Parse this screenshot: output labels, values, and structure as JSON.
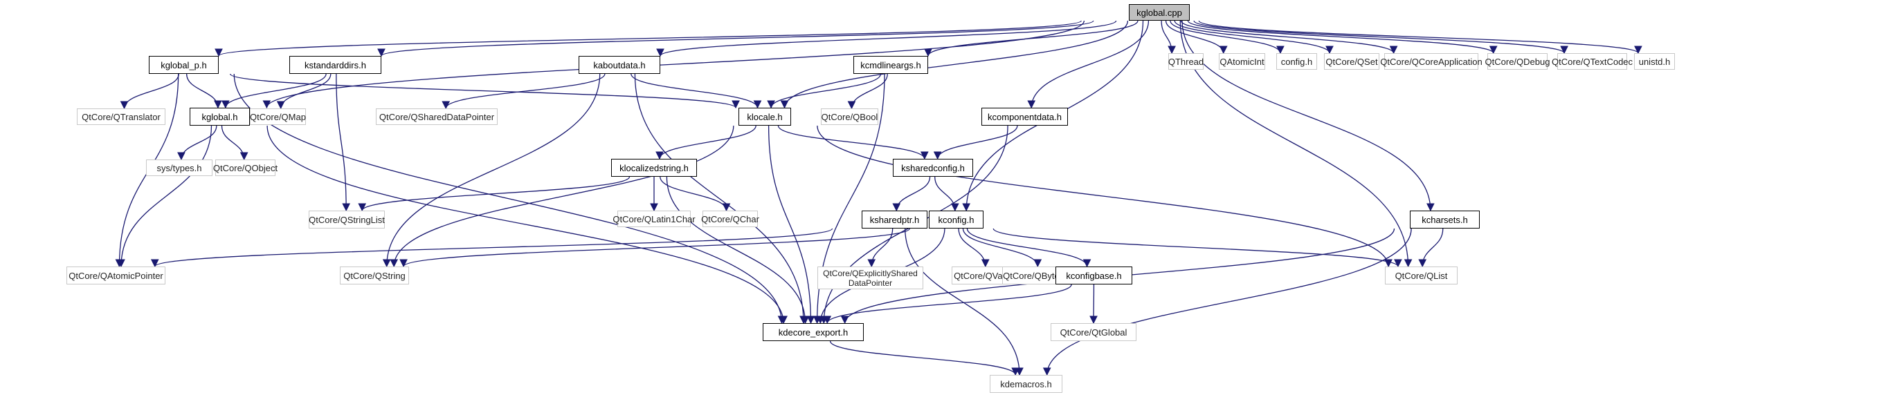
{
  "title": "kglobal.cpp include dependency graph",
  "colors": {
    "edge": "#191970",
    "local_border": "#000000",
    "external_border": "#c8c8c8",
    "root_fill": "#bfbfbf"
  },
  "nodes": {
    "kglobal_cpp": "kglobal.cpp",
    "kglobal_p_h": "kglobal_p.h",
    "kstandarddirs_h": "kstandarddirs.h",
    "kaboutdata_h": "kaboutdata.h",
    "kcmdlineargs_h": "kcmdlineargs.h",
    "qthread": "QThread",
    "qatomicint": "QAtomicInt",
    "config_h": "config.h",
    "qset": "QtCore/QSet",
    "qcoreapplication": "QtCore/QCoreApplication",
    "qdebug": "QtCore/QDebug",
    "qtextcodec": "QtCore/QTextCodec",
    "unistd_h": "unistd.h",
    "qtranslator": "QtCore/QTranslator",
    "kglobal_h": "kglobal.h",
    "qmap": "QtCore/QMap",
    "qshareddatapointer": "QtCore/QSharedDataPointer",
    "klocale_h": "klocale.h",
    "qbool": "QtCore/QBool",
    "kcomponentdata_h": "kcomponentdata.h",
    "sys_types_h": "sys/types.h",
    "qobject": "QtCore/QObject",
    "klocalizedstring_h": "klocalizedstring.h",
    "ksharedconfig_h": "ksharedconfig.h",
    "qstringlist": "QtCore/QStringList",
    "qlatin1char": "QtCore/QLatin1Char",
    "qchar": "QtCore/QChar",
    "ksharedptr_h": "ksharedptr.h",
    "kconfig_h": "kconfig.h",
    "kcharsets_h": "kcharsets.h",
    "qatomicpointer": "QtCore/QAtomicPointer",
    "qstring": "QtCore/QString",
    "qexplicitlyshareddatapointer": "QtCore/QExplicitlyShared DataPointer",
    "qvariant": "QtCore/QVariant",
    "qbytearray": "QtCore/QByteArray",
    "kconfigbase_h": "kconfigbase.h",
    "qlist": "QtCore/QList",
    "kdecore_export_h": "kdecore_export.h",
    "qtglobal": "QtCore/QtGlobal",
    "kdemacros_h": "kdemacros.h"
  },
  "edges": [
    [
      "kglobal_cpp",
      "kglobal_p_h"
    ],
    [
      "kglobal_cpp",
      "kstandarddirs_h"
    ],
    [
      "kglobal_cpp",
      "kaboutdata_h"
    ],
    [
      "kglobal_cpp",
      "kcmdlineargs_h"
    ],
    [
      "kglobal_cpp",
      "kglobal_h"
    ],
    [
      "kglobal_cpp",
      "klocale_h"
    ],
    [
      "kglobal_cpp",
      "kcomponentdata_h"
    ],
    [
      "kglobal_cpp",
      "kconfig_h"
    ],
    [
      "kglobal_cpp",
      "qlist"
    ],
    [
      "kglobal_cpp",
      "kcharsets_h"
    ],
    [
      "kglobal_cpp",
      "qthread"
    ],
    [
      "kglobal_cpp",
      "qatomicint"
    ],
    [
      "kglobal_cpp",
      "config_h"
    ],
    [
      "kglobal_cpp",
      "qset"
    ],
    [
      "kglobal_cpp",
      "qcoreapplication"
    ],
    [
      "kglobal_cpp",
      "qdebug"
    ],
    [
      "kglobal_cpp",
      "qtextcodec"
    ],
    [
      "kglobal_cpp",
      "unistd_h"
    ],
    [
      "kglobal_p_h",
      "kglobal_h"
    ],
    [
      "kglobal_p_h",
      "qtranslator"
    ],
    [
      "kglobal_p_h",
      "klocale_h"
    ],
    [
      "kglobal_p_h",
      "qatomicpointer"
    ],
    [
      "kglobal_p_h",
      "kdecore_export_h"
    ],
    [
      "kstandarddirs_h",
      "kglobal_h"
    ],
    [
      "kstandarddirs_h",
      "qmap"
    ],
    [
      "kstandarddirs_h",
      "qstringlist"
    ],
    [
      "kaboutdata_h",
      "klocale_h"
    ],
    [
      "kaboutdata_h",
      "qshareddatapointer"
    ],
    [
      "kaboutdata_h",
      "qstring"
    ],
    [
      "kaboutdata_h",
      "kdecore_export_h"
    ],
    [
      "kcmdlineargs_h",
      "klocale_h"
    ],
    [
      "kcmdlineargs_h",
      "qbool"
    ],
    [
      "kcmdlineargs_h",
      "kdecore_export_h"
    ],
    [
      "kglobal_h",
      "sys_types_h"
    ],
    [
      "kglobal_h",
      "qobject"
    ],
    [
      "kglobal_h",
      "qatomicpointer"
    ],
    [
      "kglobal_h",
      "kdecore_export_h"
    ],
    [
      "klocale_h",
      "klocalizedstring_h"
    ],
    [
      "klocale_h",
      "ksharedconfig_h"
    ],
    [
      "klocale_h",
      "qstring"
    ],
    [
      "klocale_h",
      "kdecore_export_h"
    ],
    [
      "klocale_h",
      "qlist"
    ],
    [
      "kcomponentdata_h",
      "ksharedconfig_h"
    ],
    [
      "kcomponentdata_h",
      "kdecore_export_h"
    ],
    [
      "klocalizedstring_h",
      "qstringlist"
    ],
    [
      "klocalizedstring_h",
      "qlatin1char"
    ],
    [
      "klocalizedstring_h",
      "qchar"
    ],
    [
      "klocalizedstring_h",
      "kdecore_export_h"
    ],
    [
      "ksharedconfig_h",
      "ksharedptr_h"
    ],
    [
      "ksharedconfig_h",
      "kconfig_h"
    ],
    [
      "ksharedptr_h",
      "qatomicpointer"
    ],
    [
      "ksharedptr_h",
      "qexplicitlyshareddatapointer"
    ],
    [
      "ksharedptr_h",
      "kdemacros_h"
    ],
    [
      "kconfig_h",
      "qstring"
    ],
    [
      "kconfig_h",
      "qvariant"
    ],
    [
      "kconfig_h",
      "qbytearray"
    ],
    [
      "kconfig_h",
      "kconfigbase_h"
    ],
    [
      "kconfig_h",
      "qlist"
    ],
    [
      "kconfig_h",
      "kdecore_export_h"
    ],
    [
      "kcharsets_h",
      "qlist"
    ],
    [
      "kcharsets_h",
      "kdecore_export_h"
    ],
    [
      "kcharsets_h",
      "kdemacros_h"
    ],
    [
      "kconfigbase_h",
      "kdecore_export_h"
    ],
    [
      "kconfigbase_h",
      "qtglobal"
    ],
    [
      "kdecore_export_h",
      "kdemacros_h"
    ]
  ]
}
